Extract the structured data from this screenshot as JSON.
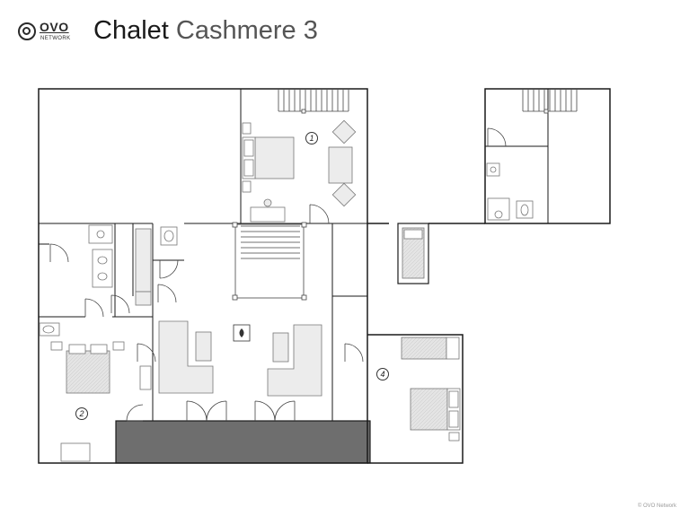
{
  "header": {
    "logo_word": "OVO",
    "logo_sub": "NETWORK",
    "title_main": "Chalet",
    "title_sub": "Cashmere 3"
  },
  "rooms": [
    {
      "label": "1"
    },
    {
      "label": "2"
    },
    {
      "label": "4"
    }
  ],
  "footer": {
    "copyright": "© OVO Network"
  },
  "colors": {
    "wall": "#1a1a1a",
    "terrace": "#6e6e6e",
    "furniture_fill": "#ececec",
    "furniture_stroke": "#777777"
  }
}
